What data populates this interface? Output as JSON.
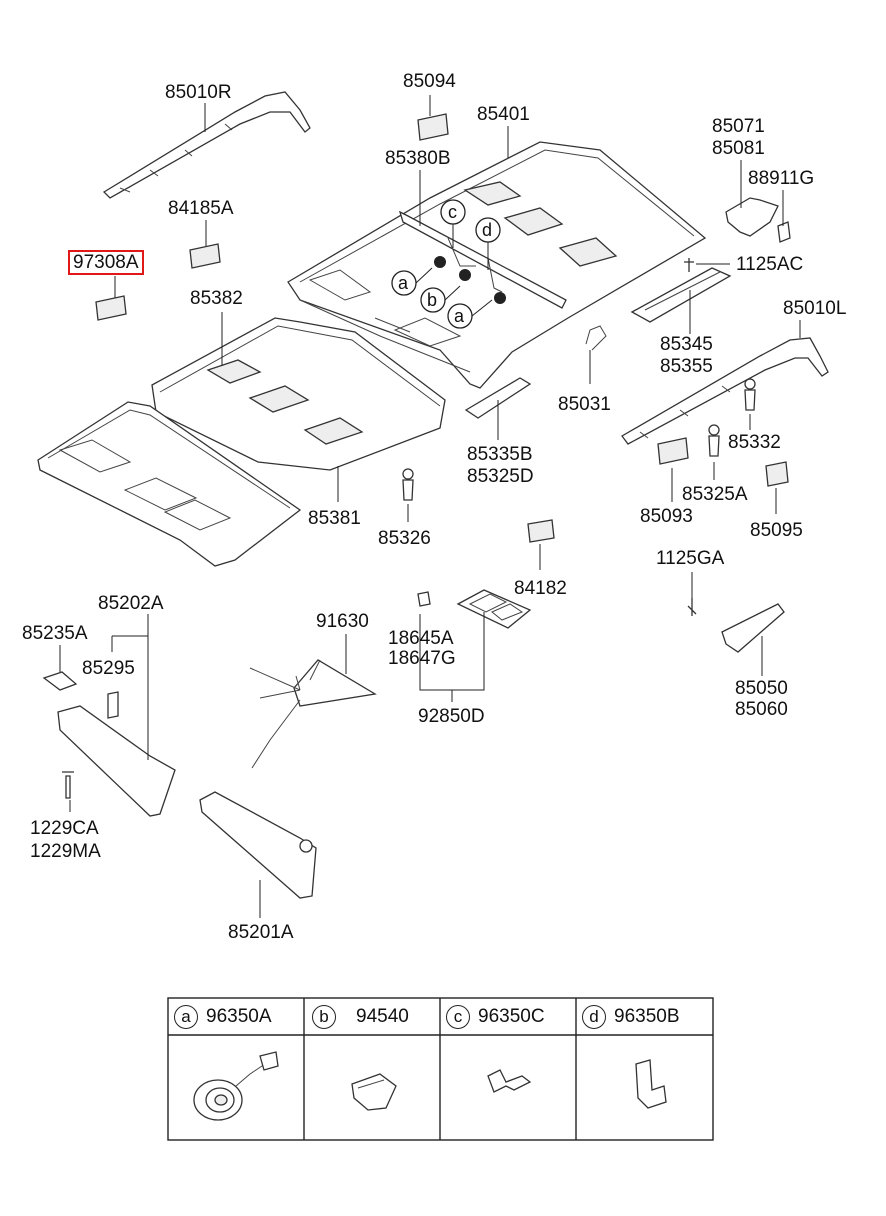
{
  "parts": {
    "p85010R": "85010R",
    "p85094": "85094",
    "p85401": "85401",
    "p85071": "85071",
    "p85081": "85081",
    "p88911G": "88911G",
    "p85380B": "85380B",
    "p84185A": "84185A",
    "p97308A": "97308A",
    "p1125AC": "1125AC",
    "p85382": "85382",
    "p85010L": "85010L",
    "p85345": "85345",
    "p85355": "85355",
    "p85031": "85031",
    "p85332": "85332",
    "p85335B": "85335B",
    "p85325D": "85325D",
    "p85325A": "85325A",
    "p85093": "85093",
    "p85095": "85095",
    "p85381": "85381",
    "p85326": "85326",
    "p84182": "84182",
    "p1125GA": "1125GA",
    "p85202A": "85202A",
    "p85235A": "85235A",
    "p85295": "85295",
    "p91630": "91630",
    "p18645A": "18645A",
    "p18647G": "18647G",
    "p92850D": "92850D",
    "p85050": "85050",
    "p85060": "85060",
    "p1229CA": "1229CA",
    "p1229MA": "1229MA",
    "p85201A": "85201A"
  },
  "callouts": {
    "a": "a",
    "b": "b",
    "c": "c",
    "d": "d"
  },
  "legend": [
    {
      "letter": "a",
      "part": "96350A"
    },
    {
      "letter": "b",
      "part": "94540"
    },
    {
      "letter": "c",
      "part": "96350C"
    },
    {
      "letter": "d",
      "part": "96350B"
    }
  ],
  "highlight": {
    "part": "97308A",
    "color": "#e01818"
  }
}
